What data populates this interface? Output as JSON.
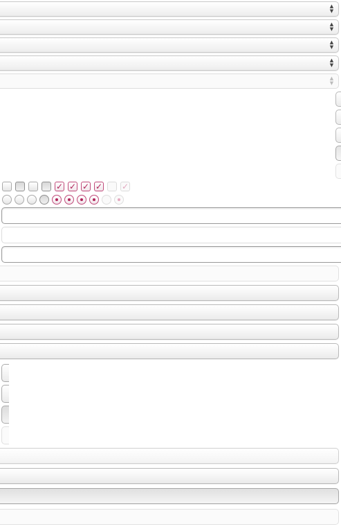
{
  "selects": [
    {
      "state": "normal",
      "value": ""
    },
    {
      "state": "normal",
      "value": ""
    },
    {
      "state": "normal",
      "value": ""
    },
    {
      "state": "normal",
      "value": ""
    },
    {
      "state": "disabled",
      "value": ""
    }
  ],
  "select_arrow_glyph": "▲▼",
  "edge_buttons": [
    "normal",
    "normal",
    "normal",
    "pressed",
    "disabled"
  ],
  "checkboxes": [
    {
      "state": "normal",
      "checked": false
    },
    {
      "state": "pressed",
      "checked": false
    },
    {
      "state": "normal",
      "checked": false
    },
    {
      "state": "pressed",
      "checked": false
    },
    {
      "state": "normal",
      "checked": true
    },
    {
      "state": "normal",
      "checked": true
    },
    {
      "state": "normal",
      "checked": true
    },
    {
      "state": "pressed",
      "checked": true
    },
    {
      "state": "disabled",
      "checked": false
    },
    {
      "state": "disabled",
      "checked": true
    }
  ],
  "check_glyph": "✓",
  "radios": [
    {
      "state": "normal",
      "checked": false
    },
    {
      "state": "normal",
      "checked": false
    },
    {
      "state": "normal",
      "checked": false
    },
    {
      "state": "pressed",
      "checked": false
    },
    {
      "state": "normal",
      "checked": true
    },
    {
      "state": "normal",
      "checked": true
    },
    {
      "state": "normal",
      "checked": true
    },
    {
      "state": "pressed",
      "checked": true
    },
    {
      "state": "disabled",
      "checked": false
    },
    {
      "state": "disabled",
      "checked": true
    }
  ],
  "text_fields": [
    {
      "state": "normal",
      "value": ""
    },
    {
      "state": "disabled",
      "value": ""
    },
    {
      "state": "normal",
      "value": ""
    }
  ],
  "wide_buttons_top": [
    "disabled",
    "normal",
    "normal",
    "normal",
    "normal"
  ],
  "left_controls": [
    "normal",
    "normal",
    "pressed",
    "disabled"
  ],
  "wide_buttons_bottom": [
    "normal",
    "normal",
    "pressed",
    "disabled"
  ]
}
